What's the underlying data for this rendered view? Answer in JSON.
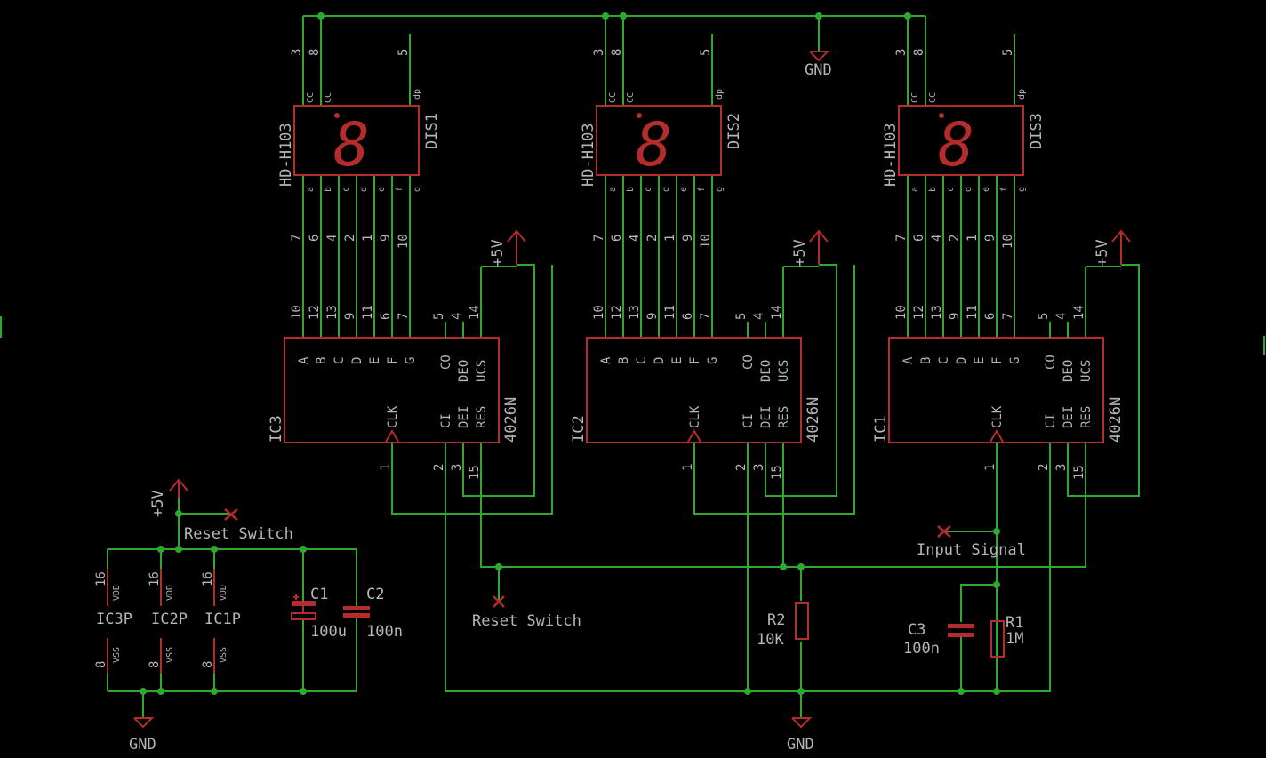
{
  "colors": {
    "background": "#000000",
    "wire": "#2fa82f",
    "part": "#b42c2c",
    "text": "#b6b6b6"
  },
  "displays": [
    {
      "name": "DIS1",
      "value": "HD-H103",
      "digit": "8"
    },
    {
      "name": "DIS2",
      "value": "HD-H103",
      "digit": "8"
    },
    {
      "name": "DIS3",
      "value": "HD-H103",
      "digit": "8"
    }
  ],
  "display_top_pins": [
    "3",
    "8",
    "5"
  ],
  "display_top_pin_names": [
    "CC",
    "CC",
    "dp"
  ],
  "display_bottom_pins": [
    "7",
    "6",
    "4",
    "2",
    "1",
    "9",
    "10"
  ],
  "display_bottom_pin_names": [
    "a",
    "b",
    "c",
    "d",
    "e",
    "f",
    "g"
  ],
  "counters": [
    {
      "name": "IC3",
      "value": "4026N"
    },
    {
      "name": "IC2",
      "value": "4026N"
    },
    {
      "name": "IC1",
      "value": "4026N"
    }
  ],
  "counter_top_pins": [
    "10",
    "12",
    "13",
    "9",
    "11",
    "6",
    "7",
    "5",
    "4",
    "14"
  ],
  "counter_top_pin_names": [
    "A",
    "B",
    "C",
    "D",
    "E",
    "F",
    "G",
    "CO",
    "DEO",
    "UCS"
  ],
  "counter_bottom_pins": [
    "1",
    "2",
    "3",
    "15"
  ],
  "counter_bottom_pin_names": [
    "CLK",
    "CI",
    "DEI",
    "RES"
  ],
  "supply_label": "+5V",
  "ground_label": "GND",
  "power_block": {
    "units": [
      "IC3P",
      "IC2P",
      "IC1P"
    ],
    "vdd_pin": "16",
    "vdd_name": "VDD",
    "vss_pin": "8",
    "vss_name": "VSS"
  },
  "capacitors": [
    {
      "name": "C1",
      "value": "100u"
    },
    {
      "name": "C2",
      "value": "100n"
    },
    {
      "name": "C3",
      "value": "100n"
    }
  ],
  "resistors": [
    {
      "name": "R2",
      "value": "10K"
    },
    {
      "name": "R1",
      "value": "1M"
    }
  ],
  "net_labels": {
    "reset_top": "Reset Switch",
    "reset_bottom": "Reset Switch",
    "input": "Input Signal"
  }
}
